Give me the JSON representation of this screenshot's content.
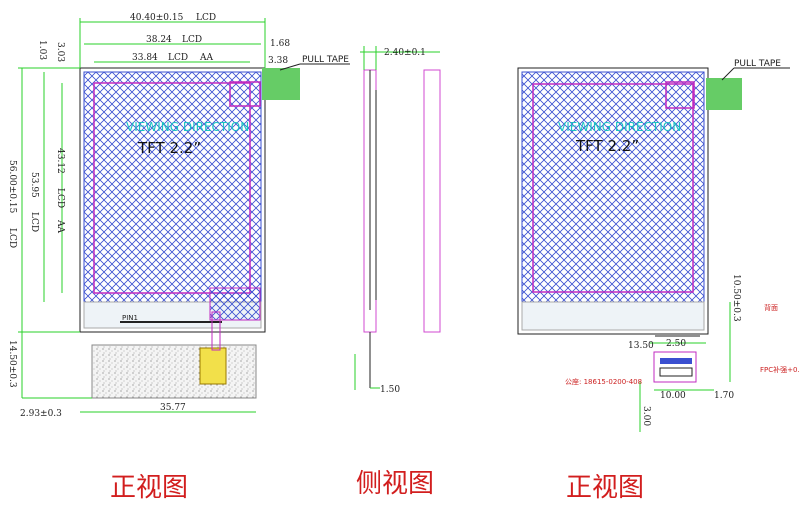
{
  "front_view_1": {
    "dims_top": [
      "40.40±0.15",
      "LCD",
      "38.24",
      "LCD",
      "33.84",
      "LCD",
      "AA"
    ],
    "dims_right_top": [
      "1.68",
      "3.38"
    ],
    "dims_left": [
      "1.03",
      "3.03",
      "56.00±0.15",
      "LCD",
      "43.12",
      "53.95",
      "LCD",
      "AA",
      "LCD"
    ],
    "dims_bottom_left": [
      "14.50±0.3",
      "2.93±0.3"
    ],
    "dim_bottom_width": "35.77",
    "pull_tape": "PULL TAPE",
    "viewing_direction": "VIEWING DIRECTION",
    "tft_label": "TFT 2.2”",
    "pin_label": "PIN1"
  },
  "side_view": {
    "thickness": "2.40±0.1",
    "dim_bottom": "1.50"
  },
  "front_view_2": {
    "pull_tape": "PULL TAPE",
    "viewing_direction": "VIEWING DIRECTION",
    "tft_label": "TFT 2.2”",
    "dims": [
      "13.50",
      "2.50",
      "10.00",
      "1.70",
      "3.00",
      "10.50±0.3"
    ],
    "connector_note": "公座: 18615-0200-408",
    "right_notes": [
      "背面",
      "FPC补强+0."
    ]
  },
  "captions": {
    "front_1": "正视图",
    "side": "侧视图",
    "front_2": "正视图"
  }
}
